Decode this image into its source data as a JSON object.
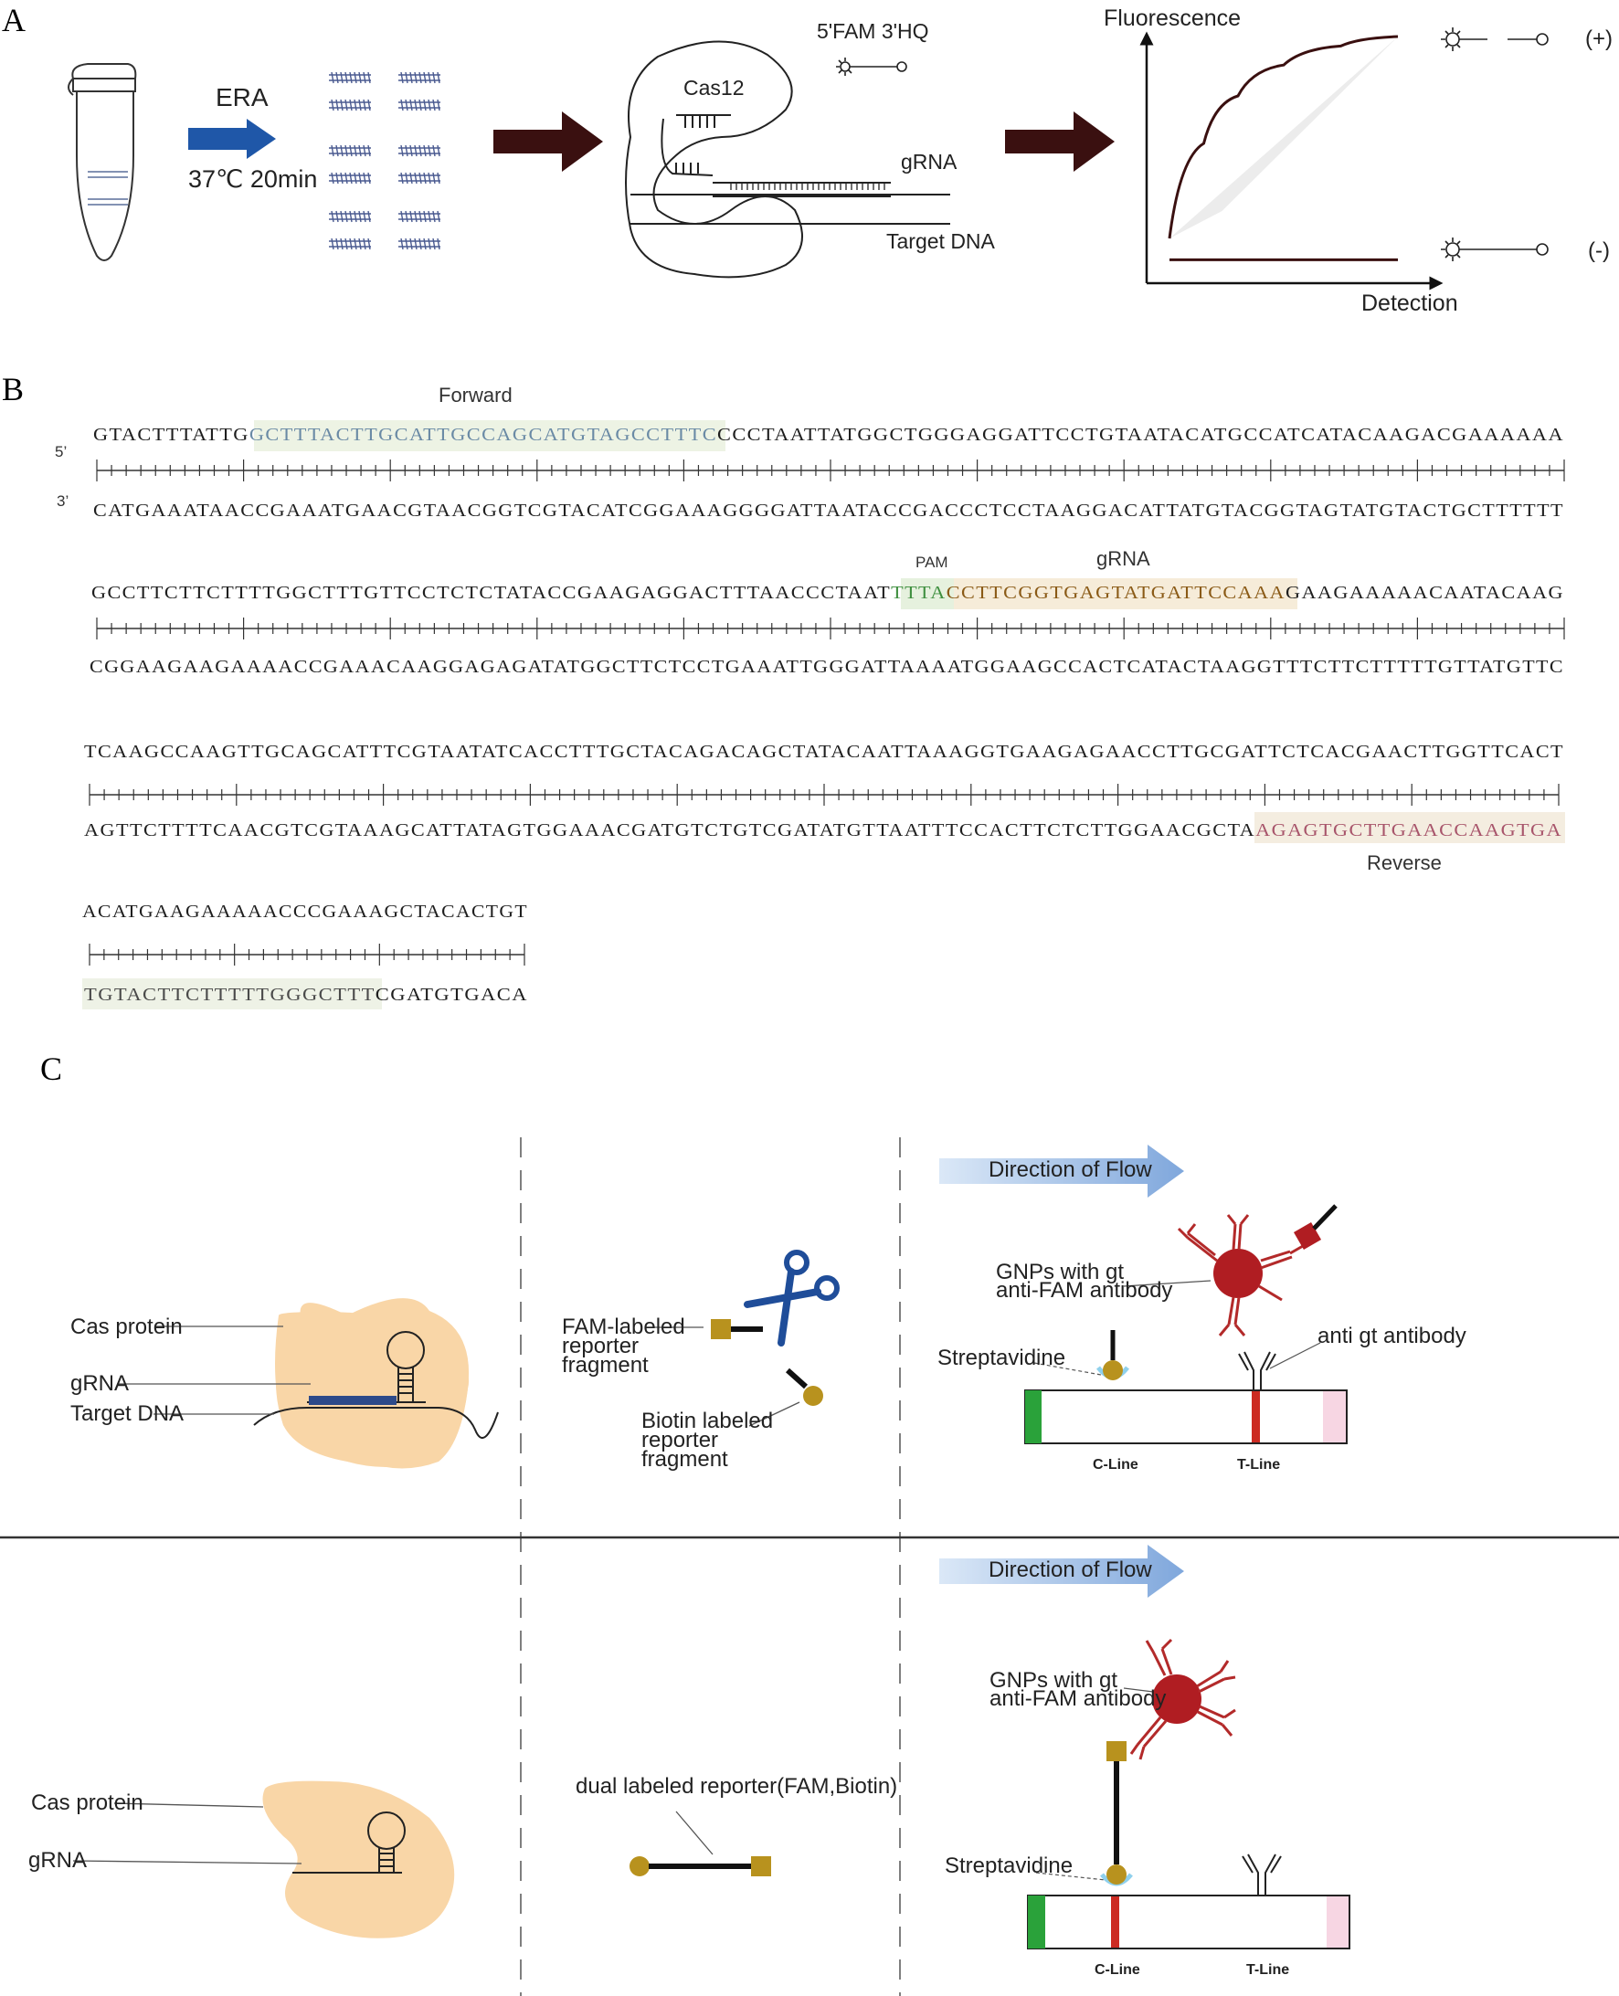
{
  "panel_labels": {
    "a": "A",
    "b": "B",
    "c": "C"
  },
  "panel_a": {
    "era": "ERA",
    "condition": "37℃ 20min",
    "reporter": "5'FAM  3'HQ",
    "cas12": "Cas12",
    "grna": "gRNA",
    "target_dna": "Target DNA",
    "y_axis": "Fluorescence",
    "x_axis": "Detection",
    "positive": "(+)",
    "negative": "(-)",
    "curve_positive": [
      [
        0,
        0.15
      ],
      [
        0.15,
        0.55
      ],
      [
        0.3,
        0.75
      ],
      [
        0.5,
        0.88
      ],
      [
        0.75,
        0.96
      ],
      [
        1,
        1
      ]
    ],
    "curve_negative": [
      [
        0,
        0.06
      ],
      [
        1,
        0.06
      ]
    ]
  },
  "panel_b": {
    "strand5": "5’",
    "strand3": "3’",
    "forward": "Forward",
    "pam": "PAM",
    "grna": "gRNA",
    "reverse": "Reverse",
    "row1_top": {
      "a": "GTACTTTATTG",
      "b": "GCTTTACTTGCATTGCCAGCATGTAGCCTTTC",
      "c": "CCCTAATTATGGCTGGGAGGATTCCTGTAATACATGCCATCATACAAGACGAAAAAA"
    },
    "row1_bot": "CATGAAATAACCGAAATGAACGTAACGGTCGTACATCGGAAAGGGGATTAATACCGACCCTCCTAAGGACATTATGTACGGTAGTATGTACTGCTTTTTT",
    "row2_top": {
      "a": "GCCTTCTTCTTTTGGCTTTGTTCCTCTCTATACCGAAGAGGACTTTAACCCTAAT",
      "b": "TTTA",
      "c": "CCTTCGGTGAGTATGATTCCAAA",
      "d": "GAAGAAAAACAATACAAG"
    },
    "row2_bot": "CGGAAGAAGAAAACCGAAACAAGGAGAGATATGGCTTCTCCTGAAATTGGGATTAAAATGGAAGCCACTCATACTAAGGTTTCTTCTTTTTGTTATGTTC",
    "row3_top": "TCAAGCCAAGTTGCAGCATTTCGTAATATCACCTTTGCTACAGACAGCTATACAATTAAAGGTGAAGAGAACCTTGCGATTCTCACGAACTTGGTTCACT",
    "row3_bot": {
      "a": "AGTTCTTTTCAACGTCGTAAAGCATTATAGTGGAAACGATGTCTGTCGATATGTTAATTTCCACTTCTCTTGGAACGCTA",
      "b": "AGAGTGCTTGAACCAAGTGA"
    },
    "row4_top": "ACATGAAGAAAAACCCGAAAGCTACACTGT",
    "row4_bot": {
      "a": "TGTACTTCTTTTTGGGCTTT",
      "b": "CGATGTGACA"
    }
  },
  "panel_c": {
    "top": {
      "cas_protein": "Cas protein",
      "grna": "gRNA",
      "target_dna": "Target DNA",
      "fam_reporter": [
        "FAM-labeled",
        "reporter",
        "fragment"
      ],
      "biotin_reporter": [
        "Biotin labeled",
        "reporter",
        "fragment"
      ],
      "flow": "Direction of Flow",
      "gnps": [
        "GNPs with gt",
        "anti-FAM antibody"
      ],
      "streptavidine": "Streptavidine",
      "anti_gt": "anti gt antibody",
      "c_line": "C-Line",
      "t_line": "T-Line"
    },
    "bottom": {
      "cas_protein": "Cas protein",
      "grna": "gRNA",
      "dual_reporter": "dual labeled reporter(FAM,Biotin)",
      "flow": "Direction of Flow",
      "gnps": [
        "GNPs with gt",
        "anti-FAM antibody"
      ],
      "streptavidine": "Streptavidine",
      "c_line": "C-Line",
      "t_line": "T-Line"
    }
  },
  "colors": {
    "dark_arrow": "#3a1010",
    "blue_arrow": "#1f57a8",
    "flow_arrow": "#8fb3df",
    "gnp": "#b01d22",
    "antibody": "#b32a2a",
    "gold": "#b8921e",
    "green_line": "#2aa23a",
    "red_line": "#cc2b22",
    "pink_pad": "#f7d6e3",
    "cas_body": "#f9d6a7",
    "forward_text": "#6a8aa5",
    "pam_text": "#3f8f3f",
    "grna_text": "#8a5a16",
    "reverse_text": "#a8556b",
    "highlight": "#edf3e4"
  }
}
